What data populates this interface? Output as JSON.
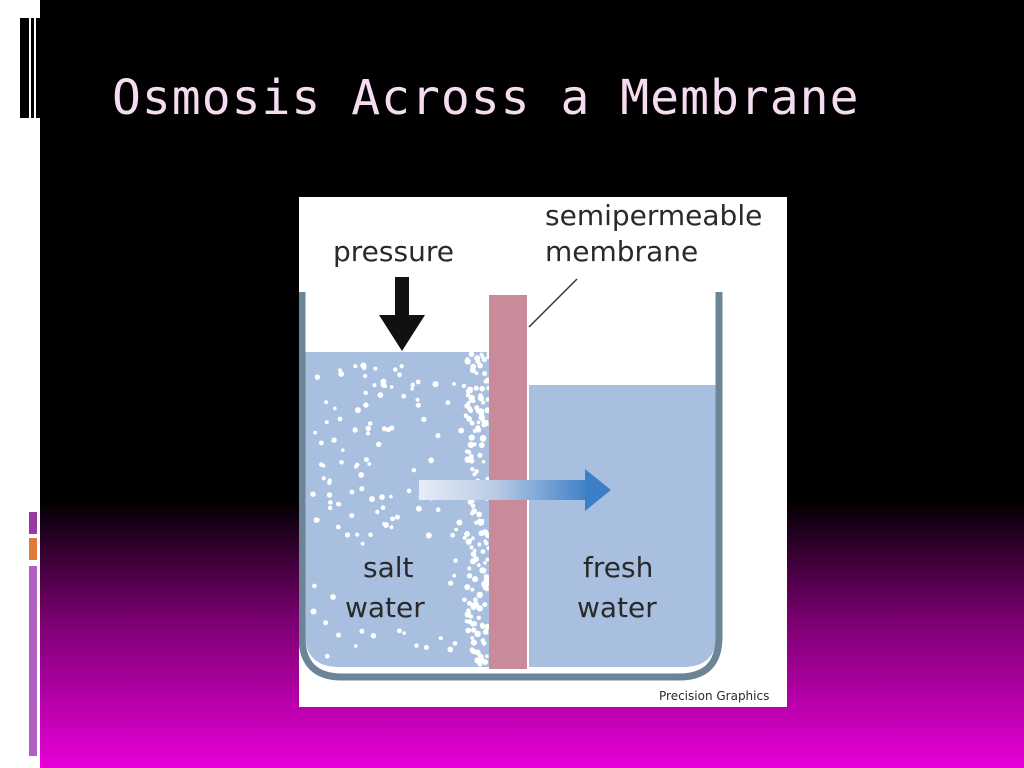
{
  "slide": {
    "title": "Osmosis Across a Membrane"
  },
  "diagram": {
    "label_pressure": "pressure",
    "label_membrane_line1": "semipermeable",
    "label_membrane_line2": "membrane",
    "label_salt_line1": "salt",
    "label_salt_line2": "water",
    "label_fresh_line1": "fresh",
    "label_fresh_line2": "water",
    "credit": "Precision Graphics",
    "icons": [
      "down-arrow-icon",
      "right-arrow-icon"
    ]
  },
  "colors": {
    "slide_bg_top": "#000000",
    "slide_bg_bottom": "#e800d8",
    "title_text": "#f6dcf0",
    "water": "#a9bfe0",
    "membrane": "#c98a9a",
    "container": "#6b8496",
    "flow_arrow": "#3d7fc6"
  }
}
